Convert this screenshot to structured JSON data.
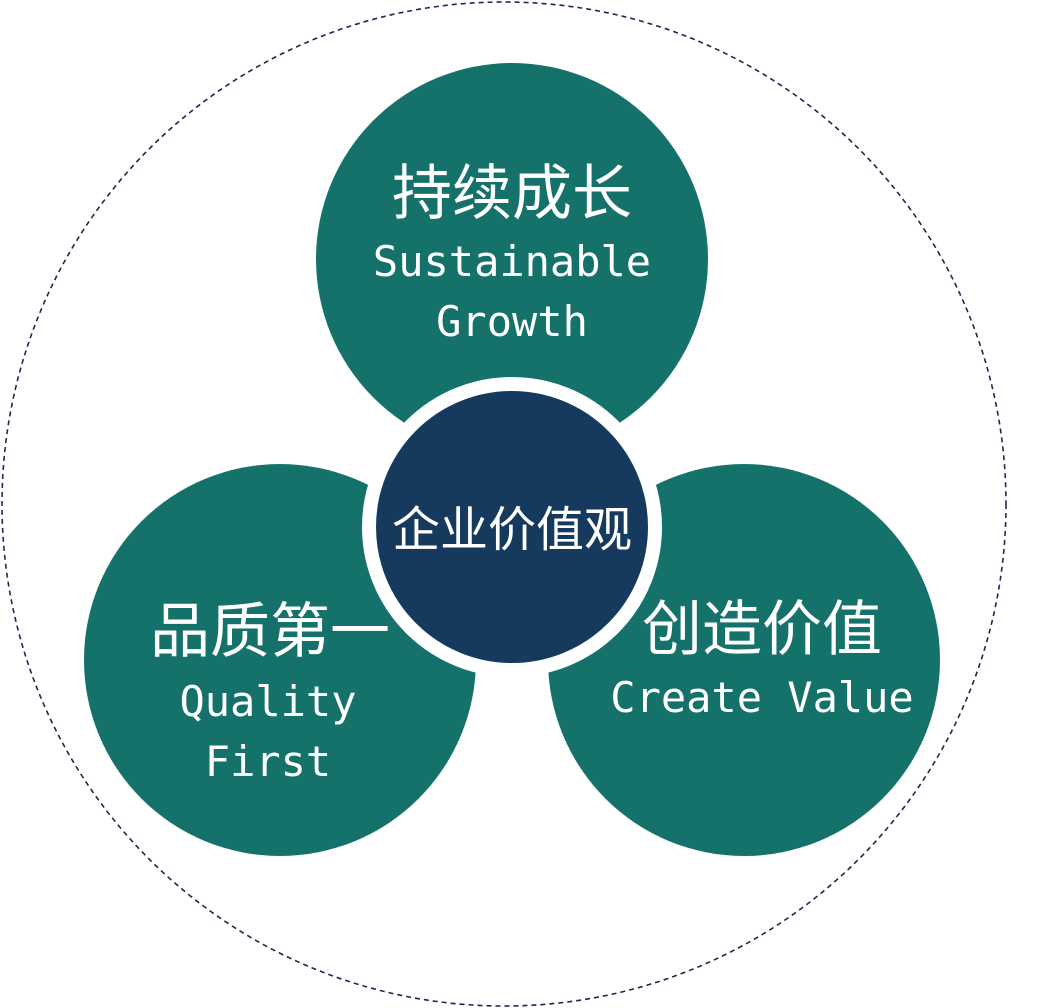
{
  "colors": {
    "teal": "#15726b",
    "navy": "#163a5e",
    "outline": "#1a2a4f"
  },
  "center": {
    "label": "企业价值观"
  },
  "values": [
    {
      "cn": "持续成长",
      "en_line1": "Sustainable",
      "en_line2": "Growth"
    },
    {
      "cn": "品质第一",
      "en_line1": "Quality",
      "en_line2": "First"
    },
    {
      "cn": "创造价值",
      "en_line1": "Create Value"
    }
  ]
}
